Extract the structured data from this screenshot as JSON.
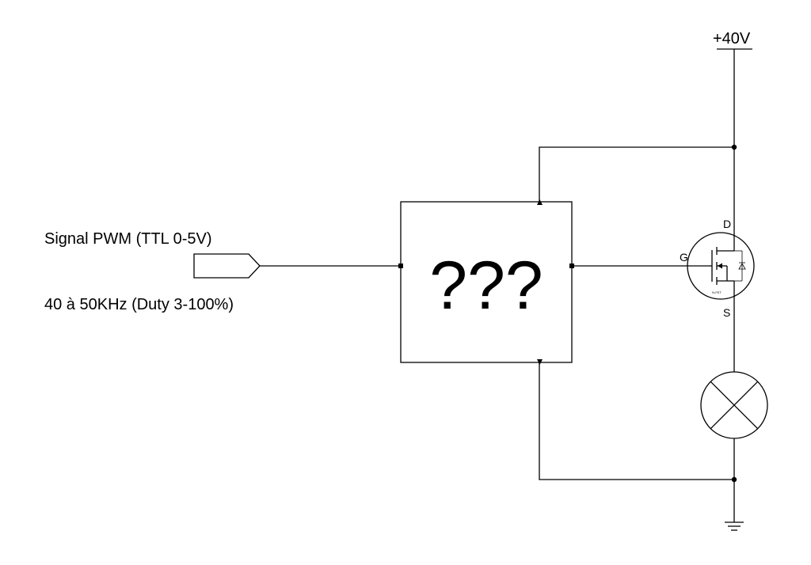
{
  "labels": {
    "signal_line1": "Signal PWM (TTL 0-5V)",
    "signal_line2": "40 à 50KHz  (Duty 3-100%)",
    "unknown_block": "???",
    "supply": "+40V",
    "pin_drain": "D",
    "pin_gate": "G",
    "pin_source": "S",
    "mosfet_type": "N-FET"
  },
  "components": [
    {
      "name": "input-port",
      "kind": "signal input connector"
    },
    {
      "name": "unknown-block",
      "kind": "unknown circuit"
    },
    {
      "name": "mosfet",
      "kind": "N-channel MOSFET",
      "pins": [
        "G",
        "D",
        "S"
      ]
    },
    {
      "name": "lamp",
      "kind": "lamp load"
    },
    {
      "name": "supply",
      "kind": "+40V rail"
    },
    {
      "name": "ground",
      "kind": "ground"
    }
  ]
}
